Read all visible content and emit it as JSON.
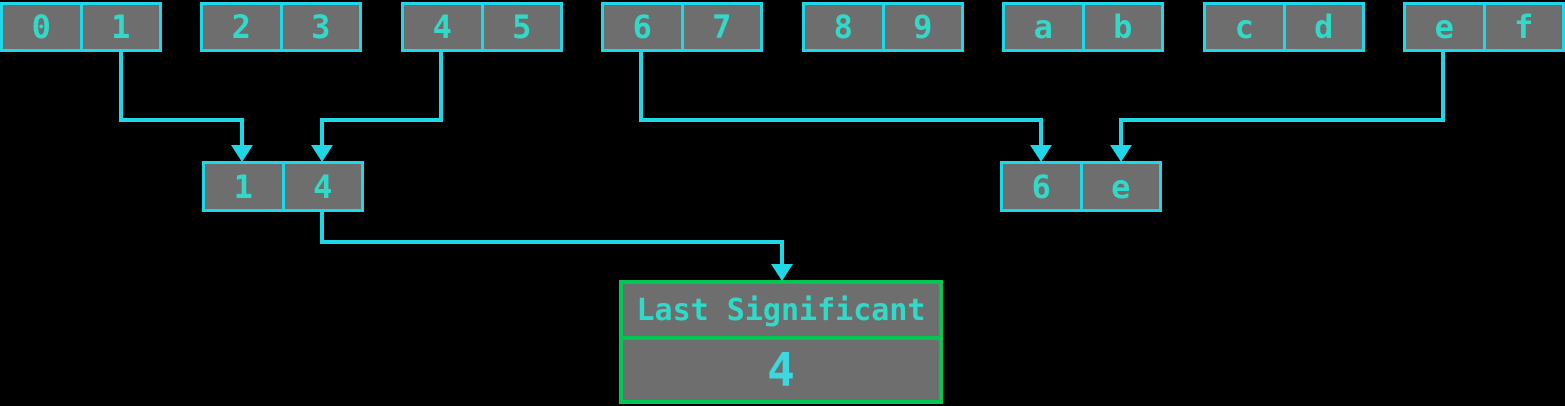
{
  "colors": {
    "background": "#000000",
    "cell_fill": "#6e6e6e",
    "line_cyan": "#20d7e8",
    "text_teal": "#31d9c9",
    "accent_green": "#00c853",
    "value_cyan": "#3bd8e0"
  },
  "top_row": [
    [
      "0",
      "1"
    ],
    [
      "2",
      "3"
    ],
    [
      "4",
      "5"
    ],
    [
      "6",
      "7"
    ],
    [
      "8",
      "9"
    ],
    [
      "a",
      "b"
    ],
    [
      "c",
      "d"
    ],
    [
      "e",
      "f"
    ]
  ],
  "middle_row": [
    [
      "1",
      "4"
    ],
    [
      "6",
      "e"
    ]
  ],
  "result_box": {
    "label": "Last Significant",
    "value": "4"
  }
}
